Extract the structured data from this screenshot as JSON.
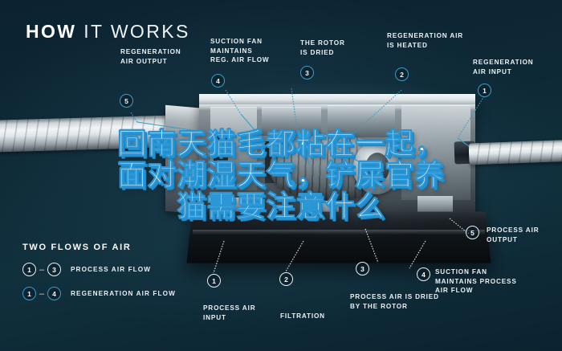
{
  "title": {
    "bold": "HOW",
    "light": " IT WORKS"
  },
  "colors": {
    "background_dark": "#0d2330",
    "accent_blue": "#3a9ec4",
    "leader_white": "#e9f0f3",
    "overlay_text": "#ffffff",
    "overlay_outline": "#2d97d6"
  },
  "overlay_text": {
    "lines": [
      "回南天猫毛都粘在一起，",
      "面对潮湿天气，铲屎官养",
      "猫需要注意什么"
    ]
  },
  "callouts": [
    {
      "id": "regeneration-air-output",
      "number": "5",
      "style": "blue",
      "label": "REGENERATION\nAIR OUTPUT"
    },
    {
      "id": "suction-fan-reg",
      "number": "4",
      "style": "blue",
      "label": "SUCTION FAN\nMAINTAINS\nREG. AIR FLOW"
    },
    {
      "id": "rotor-is-dried",
      "number": "3",
      "style": "blue",
      "label": "THE ROTOR\nIS DRIED"
    },
    {
      "id": "regeneration-air-heated",
      "number": "2",
      "style": "blue",
      "label": "REGENERATION AIR\nIS HEATED"
    },
    {
      "id": "regeneration-air-input",
      "number": "1",
      "style": "blue",
      "label": "REGENERATION\nAIR INPUT"
    },
    {
      "id": "process-air-output",
      "number": "5",
      "style": "white",
      "label": "PROCESS AIR\nOUTPUT"
    },
    {
      "id": "suction-fan-process",
      "number": "4",
      "style": "white",
      "label": "SUCTION FAN\nMAINTAINS PROCESS\nAIR FLOW"
    },
    {
      "id": "process-air-dried",
      "number": "3",
      "style": "white",
      "label": "PROCESS AIR IS DRIED\nBY THE ROTOR"
    },
    {
      "id": "filtration",
      "number": "2",
      "style": "white",
      "label": "FILTRATION"
    },
    {
      "id": "process-air-input",
      "number": "1",
      "style": "white",
      "label": "PROCESS AIR\nINPUT"
    }
  ],
  "legend": {
    "heading": "TWO FLOWS OF AIR",
    "rows": [
      {
        "from": "1",
        "dash": "–",
        "to": "3",
        "style": "white",
        "label": "PROCESS AIR FLOW"
      },
      {
        "from": "1",
        "dash": "–",
        "to": "4",
        "style": "blue",
        "label": "REGENERATION AIR FLOW"
      }
    ]
  }
}
